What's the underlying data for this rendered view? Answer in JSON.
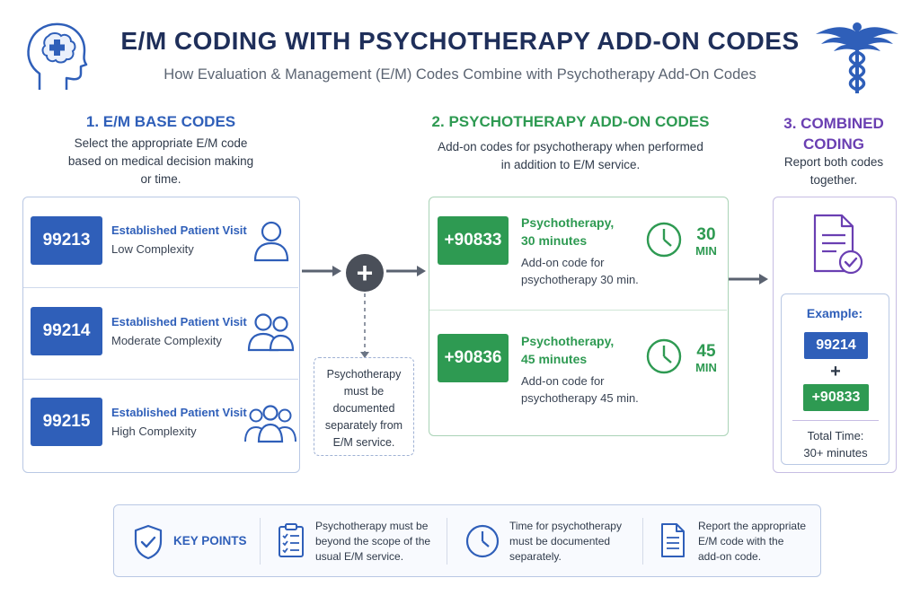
{
  "header": {
    "title": "E/M CODING WITH PSYCHOTHERAPY ADD-ON CODES",
    "subtitle": "How Evaluation & Management (E/M) Codes Combine with Psychotherapy Add-On Codes",
    "left_icon": "head-brain-medical-cross-icon",
    "right_icon": "caduceus-icon"
  },
  "section1": {
    "heading": "1. E/M BASE CODES",
    "description": [
      "Select the appropriate E/M code",
      "based on medical decision making",
      "or time."
    ],
    "rows": [
      {
        "code": "99213",
        "title": "Established Patient Visit",
        "complexity": "Low Complexity",
        "icon": "single-person-icon"
      },
      {
        "code": "99214",
        "title": "Established Patient Visit",
        "complexity": "Moderate Complexity",
        "icon": "two-persons-icon"
      },
      {
        "code": "99215",
        "title": "Established Patient Visit",
        "complexity": "High Complexity",
        "icon": "group-of-persons-icon"
      }
    ]
  },
  "connector": {
    "plus": "+",
    "note": [
      "Psychotherapy",
      "must be",
      "documented",
      "separately from",
      "E/M service."
    ]
  },
  "section2": {
    "heading": "2. PSYCHOTHERAPY ADD-ON CODES",
    "description": [
      "Add-on codes for psychotherapy when performed",
      "in addition to E/M service."
    ],
    "rows": [
      {
        "code": "+90833",
        "title_lines": [
          "Psychotherapy,",
          "30 minutes"
        ],
        "desc_lines": [
          "Add-on code for",
          "psychotherapy 30 min."
        ],
        "minutes": "30",
        "unit": "MIN",
        "icon": "clock-icon"
      },
      {
        "code": "+90836",
        "title_lines": [
          "Psychotherapy,",
          "45 minutes"
        ],
        "desc_lines": [
          "Add-on code for",
          "psychotherapy 45 min."
        ],
        "minutes": "45",
        "unit": "MIN",
        "icon": "clock-icon"
      }
    ]
  },
  "section3": {
    "heading_lines": [
      "3. COMBINED",
      "CODING"
    ],
    "description": [
      "Report both codes",
      "together."
    ],
    "icon": "document-check-icon",
    "example": {
      "label": "Example:",
      "code1": "99214",
      "plus": "+",
      "code2": "+90833",
      "total_label": "Total Time:",
      "total_value": "30+ minutes"
    }
  },
  "key_points": {
    "label": "KEY POINTS",
    "icon": "shield-check-icon",
    "items": [
      {
        "icon": "clipboard-checklist-icon",
        "lines": [
          "Psychotherapy must be",
          "beyond the scope of the",
          "usual E/M service."
        ]
      },
      {
        "icon": "clock-icon",
        "lines": [
          "Time for psychotherapy",
          "must be documented",
          "separately."
        ]
      },
      {
        "icon": "document-icon",
        "lines": [
          "Report the appropriate",
          "E/M code with the",
          "add-on code."
        ]
      }
    ]
  },
  "colors": {
    "navy": "#1f2f5a",
    "blue": "#2f5fb9",
    "green": "#2e9a52",
    "purple": "#6a3fb2",
    "gray_connector": "#5a6270"
  }
}
